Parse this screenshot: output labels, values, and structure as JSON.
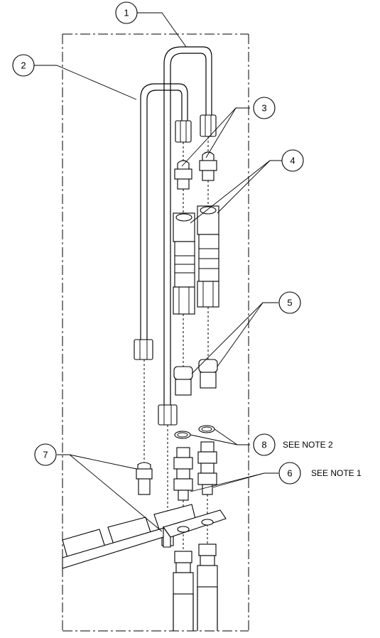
{
  "callouts": [
    {
      "num": "1"
    },
    {
      "num": "2"
    },
    {
      "num": "3"
    },
    {
      "num": "4"
    },
    {
      "num": "5"
    },
    {
      "num": "6",
      "note": "SEE NOTE 1"
    },
    {
      "num": "7"
    },
    {
      "num": "8",
      "note": "SEE NOTE 2"
    }
  ]
}
